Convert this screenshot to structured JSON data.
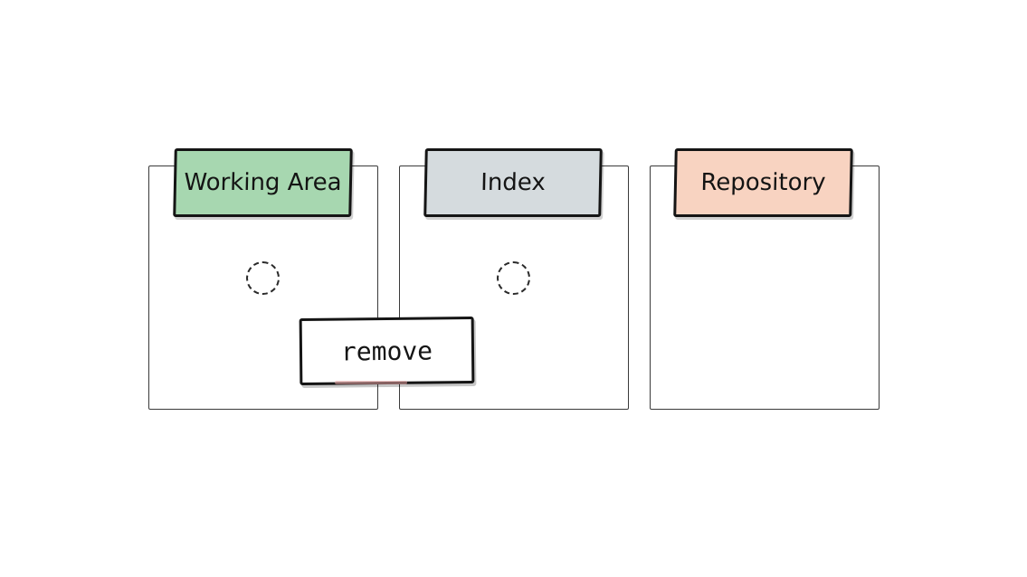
{
  "diagram": {
    "areas": [
      {
        "label": "Working Area",
        "color": "#a7d7b0"
      },
      {
        "label": "Index",
        "color": "#d5dbde"
      },
      {
        "label": "Repository",
        "color": "#f8d3c1"
      }
    ],
    "command": {
      "label": "remove",
      "accent_color": "#e6a0a0"
    },
    "icons": [
      "dashed-circle-icon",
      "dashed-circle-icon"
    ]
  }
}
